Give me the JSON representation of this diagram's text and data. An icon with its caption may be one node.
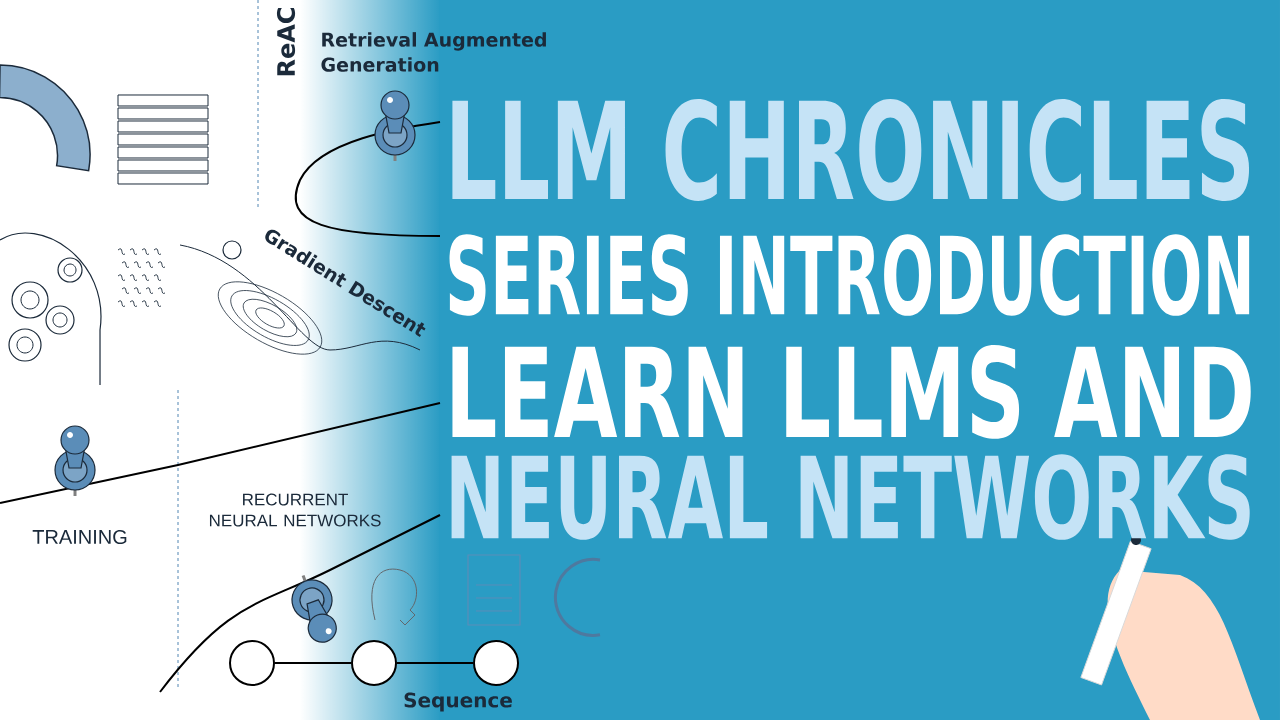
{
  "diagram": {
    "title": "LLM CHRONICLES",
    "nodes": [
      {
        "text": [],
        "shape": "circle"
      },
      {
        "text": [],
        "shape": "circle"
      },
      {
        "text": [],
        "shape": "circle"
      }
    ],
    "edges": [
      {
        "from": 0,
        "to": 1,
        "arrow": "none"
      },
      {
        "from": 1,
        "to": 2,
        "arrow": "none"
      }
    ],
    "labels": [
      "ReAC",
      "Retrieval Augmented Generation",
      "Gradient Descent",
      "TRAINING",
      "RECURRENT NEURAL NETWORKS",
      "Sequence",
      "SERIES INTRODUCTION",
      "LEARN LLMS AND",
      "NEURAL NETWORKS"
    ]
  }
}
